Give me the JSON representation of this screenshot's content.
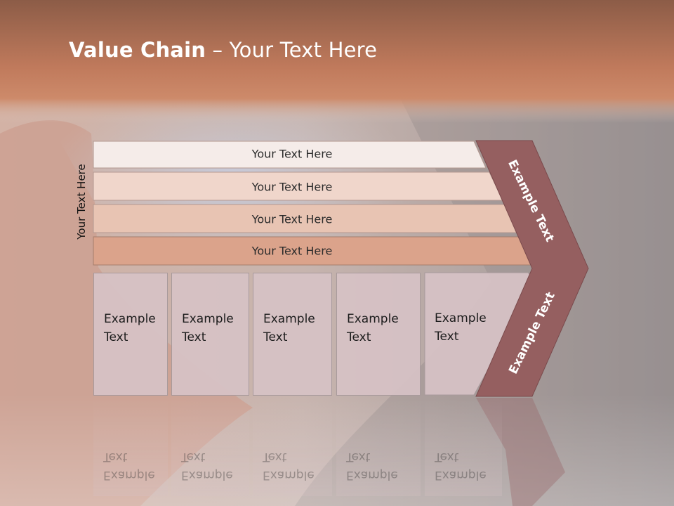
{
  "title": {
    "bold": "Value Chain",
    "rest": " – Your Text Here"
  },
  "vertical_label": "Your Text Here",
  "bars": [
    {
      "label": "Your Text Here",
      "color": "#f5ece9"
    },
    {
      "label": "Your Text Here",
      "color": "#f0d6cb"
    },
    {
      "label": "Your Text Here",
      "color": "#e8c4b3"
    },
    {
      "label": "Your Text Here",
      "color": "#dba38b"
    }
  ],
  "boxes": [
    {
      "label": "Example\nText"
    },
    {
      "label": "Example\nText"
    },
    {
      "label": "Example\nText"
    },
    {
      "label": "Example\nText"
    },
    {
      "label": "Example\nText"
    }
  ],
  "chevron": {
    "upper_label": "Example Text",
    "lower_label": "Example Text",
    "color": "#955f60"
  },
  "colors": {
    "header_top": "#8e5d47",
    "header_bottom": "#c98463"
  }
}
